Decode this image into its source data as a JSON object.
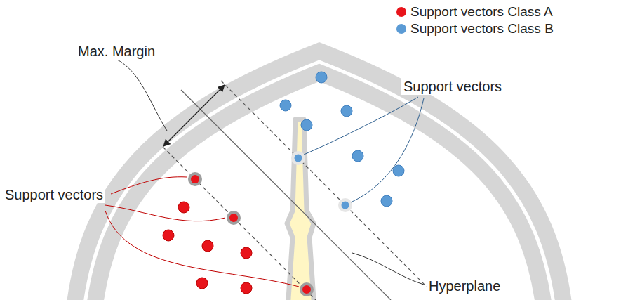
{
  "diagram": {
    "labels": [
      "Max. Margin",
      "Support vectors",
      "Support vectors",
      "Hyperplane"
    ],
    "legend": [
      {
        "text": "Support vectors Class A",
        "color": "#e8141b"
      },
      {
        "text": "Support vectors Class B",
        "color": "#5b9bd5"
      }
    ]
  }
}
